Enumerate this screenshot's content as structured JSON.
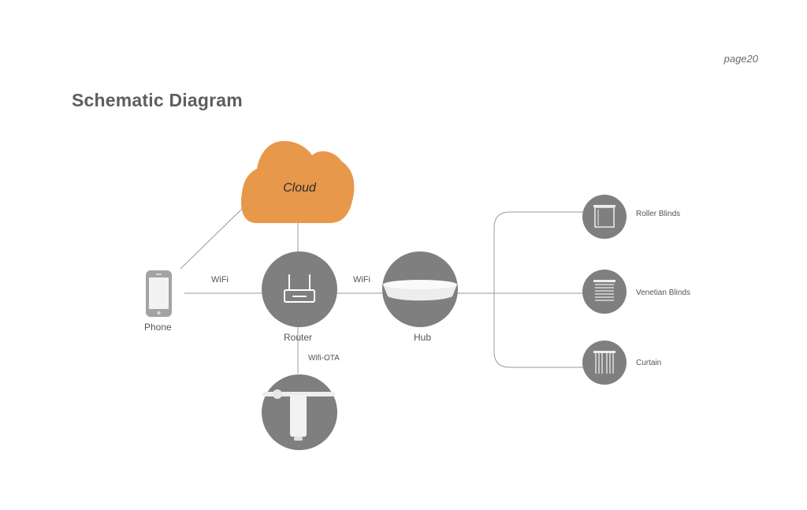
{
  "page": {
    "number": "page20",
    "title": "Schematic Diagram"
  },
  "colors": {
    "cloud": "#E8984A",
    "node": "#7F7F7F",
    "line": "#9A9A9A",
    "device": "#F2F2F2"
  },
  "nodes": {
    "cloud": {
      "label": "Cloud",
      "icon": "cloud-icon"
    },
    "phone": {
      "label": "Phone",
      "icon": "smartphone-icon"
    },
    "router": {
      "label": "Router",
      "icon": "router-icon"
    },
    "hub": {
      "label": "Hub",
      "icon": "hub-icon"
    },
    "motor": {
      "icon": "curtain-motor-icon"
    }
  },
  "connections": {
    "phone_router": "WiFi",
    "router_hub": "WiFi",
    "router_motor": "Wifi-OTA"
  },
  "devices": [
    {
      "label": "Roller Blinds",
      "icon": "roller-blind-icon"
    },
    {
      "label": "Venetian Blinds",
      "icon": "venetian-blind-icon"
    },
    {
      "label": "Curtain",
      "icon": "curtain-icon"
    }
  ]
}
